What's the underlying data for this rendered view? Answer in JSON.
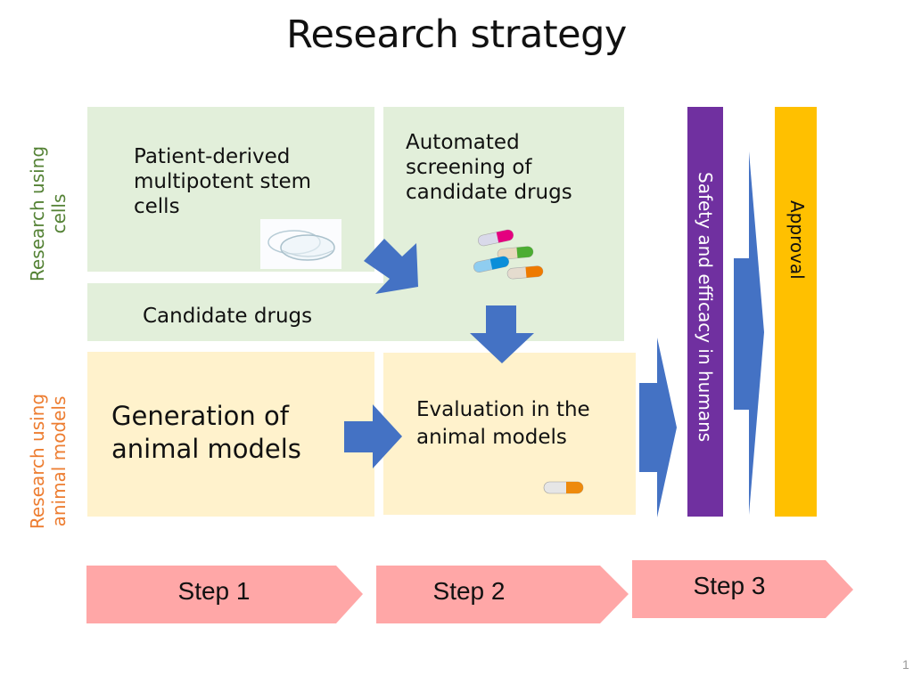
{
  "title": "Research strategy",
  "row_labels": {
    "cells": [
      "Research using",
      "cells"
    ],
    "animal_models": [
      "Research using",
      "animal models"
    ]
  },
  "boxes": {
    "stem_cells": [
      "Patient-derived",
      "multipotent stem",
      "cells"
    ],
    "candidate_drugs": "Candidate drugs",
    "screening": [
      "Automated",
      "screening of",
      "candidate drugs"
    ],
    "generation": [
      "Generation of",
      "animal models"
    ],
    "evaluation": [
      "Evaluation in the",
      "animal models"
    ]
  },
  "bars": {
    "humans": "Safety and efficacy in humans",
    "approval": "Approval"
  },
  "steps": [
    "Step 1",
    "Step 2",
    "Step 3"
  ],
  "page_number": "1",
  "icons": {
    "petri_dish": "petri-dish-icon",
    "capsules": "capsules-icon",
    "capsule": "capsule-icon"
  },
  "colors": {
    "cells_label": "#548235",
    "animal_label": "#ed7d31",
    "green_box": "#e2efda",
    "yellow_box": "#fff2cc",
    "arrow": "#4472c4",
    "humans_bar": "#7030a0",
    "approval_bar": "#ffc000",
    "step": "#ffa7a7"
  }
}
